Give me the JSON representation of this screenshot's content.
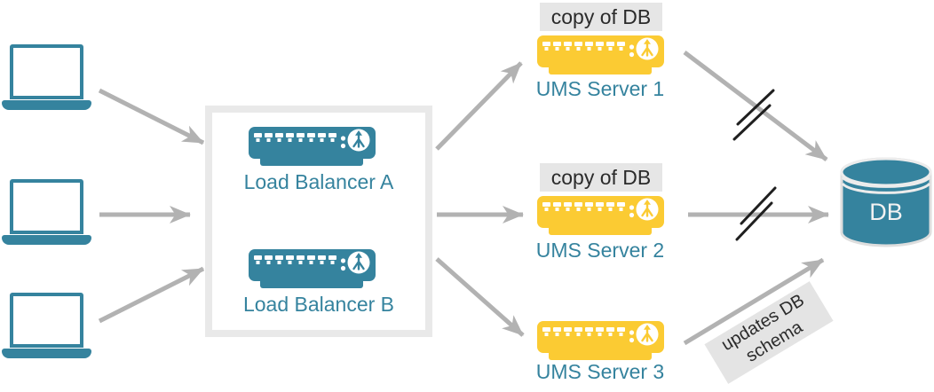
{
  "colors": {
    "teal": "#35839E",
    "yellow": "#FBCB33",
    "arrow": "#B2B2B2",
    "slash": "#1F1F1F",
    "badge_bg": "#E6E6E6",
    "badge_text": "#2B2B2B",
    "box_border": "#E9E9E9",
    "label_teal": "#35839E"
  },
  "load_balancer_box": {
    "items": [
      {
        "label": "Load Balancer A"
      },
      {
        "label": "Load Balancer B"
      }
    ]
  },
  "ums_servers": [
    {
      "label": "UMS Server 1",
      "badge": "copy of DB"
    },
    {
      "label": "UMS Server 2",
      "badge": "copy of DB"
    },
    {
      "label": "UMS Server 3"
    }
  ],
  "database": {
    "label": "DB"
  },
  "annotation": {
    "line1": "updates DB",
    "line2": "schema"
  }
}
